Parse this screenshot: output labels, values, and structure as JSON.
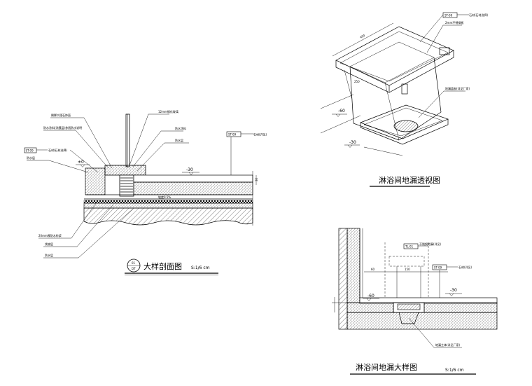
{
  "left_detail": {
    "callouts_top": [
      "踢脚大理石饰面",
      "防水涂料(涂膜层)参阅防水说明",
      "12mm钢化玻璃",
      "防水涂料",
      "防水层"
    ],
    "ref_left": "ST-09",
    "ref_left_note": "石材(石材选择)",
    "ref_right": "ST-09",
    "ref_right_note": "石材(详见)",
    "callout_left_mid": "防水层",
    "level_0": "±0",
    "level_neg30": "-30",
    "slope_note": "坡度0.5%",
    "callouts_bottom": [
      "20mm厚防水砂浆",
      "找坡层",
      "防水层"
    ],
    "title_ref_top": "01",
    "title_ref_bottom": "DT",
    "title": "大样剖面图",
    "scale": "S:1/6 cm"
  },
  "top_right_detail": {
    "ref": "ST-09",
    "callouts": [
      "石材(石材选择)",
      "2mm不锈钢板",
      "地漏盖板(详见厂家)"
    ],
    "dim_top": "400",
    "dim_side": "250",
    "level_neg60": "-60",
    "level_neg30": "-30",
    "title": "淋浴间地漏透视图"
  },
  "bottom_right_detail": {
    "ref_top": "TL-01",
    "ref_top_note": "不锈钢地漏(详见)",
    "ref_right": "ST-09",
    "ref_right_note": "石材(详见)",
    "dim_left": "60",
    "dim_mid": "150",
    "level_neg60": "-60",
    "level_neg30": "-30",
    "callout_bottom": "地漏主体(详见厂家)",
    "title": "淋浴间地漏大样图",
    "scale": "S:1/6 cm"
  }
}
